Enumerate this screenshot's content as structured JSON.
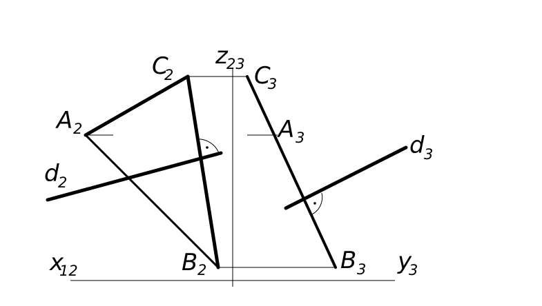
{
  "colors": {
    "background": "#ffffff",
    "ink": "#000000"
  },
  "labels": {
    "C2": {
      "main": "C",
      "sub": "2"
    },
    "z23": {
      "main": "z",
      "sub": "23"
    },
    "C3": {
      "main": "C",
      "sub": "3"
    },
    "A2": {
      "main": "A",
      "sub": "2"
    },
    "A3": {
      "main": "A",
      "sub": "3"
    },
    "d3": {
      "main": "d",
      "sub": "3"
    },
    "d2": {
      "main": "d",
      "sub": "2"
    },
    "x12": {
      "main": "x",
      "sub": "12"
    },
    "B2": {
      "main": "B",
      "sub": "2"
    },
    "B3": {
      "main": "B",
      "sub": "3"
    },
    "y3": {
      "main": "y",
      "sub": "3"
    }
  },
  "right_angle_marks": [
    "right-angle-mark-front-view",
    "right-angle-mark-side-view"
  ]
}
